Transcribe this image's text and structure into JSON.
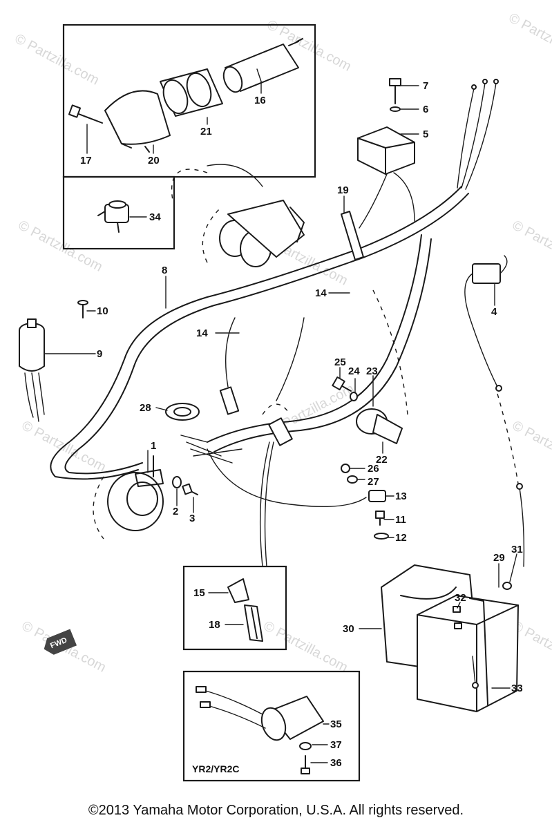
{
  "callouts": [
    "1",
    "2",
    "3",
    "4",
    "5",
    "6",
    "7",
    "8",
    "9",
    "10",
    "11",
    "12",
    "13",
    "14",
    "14",
    "15",
    "16",
    "17",
    "18",
    "19",
    "20",
    "21",
    "22",
    "23",
    "24",
    "25",
    "26",
    "27",
    "28",
    "29",
    "30",
    "31",
    "32",
    "33",
    "34",
    "35",
    "36",
    "37"
  ],
  "variant_label": "YR2/YR2C",
  "fwd_label": "FWD",
  "watermark": "© Partzilla.com",
  "copyright": "©2013 Yamaha Motor Corporation, U.S.A. All rights reserved."
}
